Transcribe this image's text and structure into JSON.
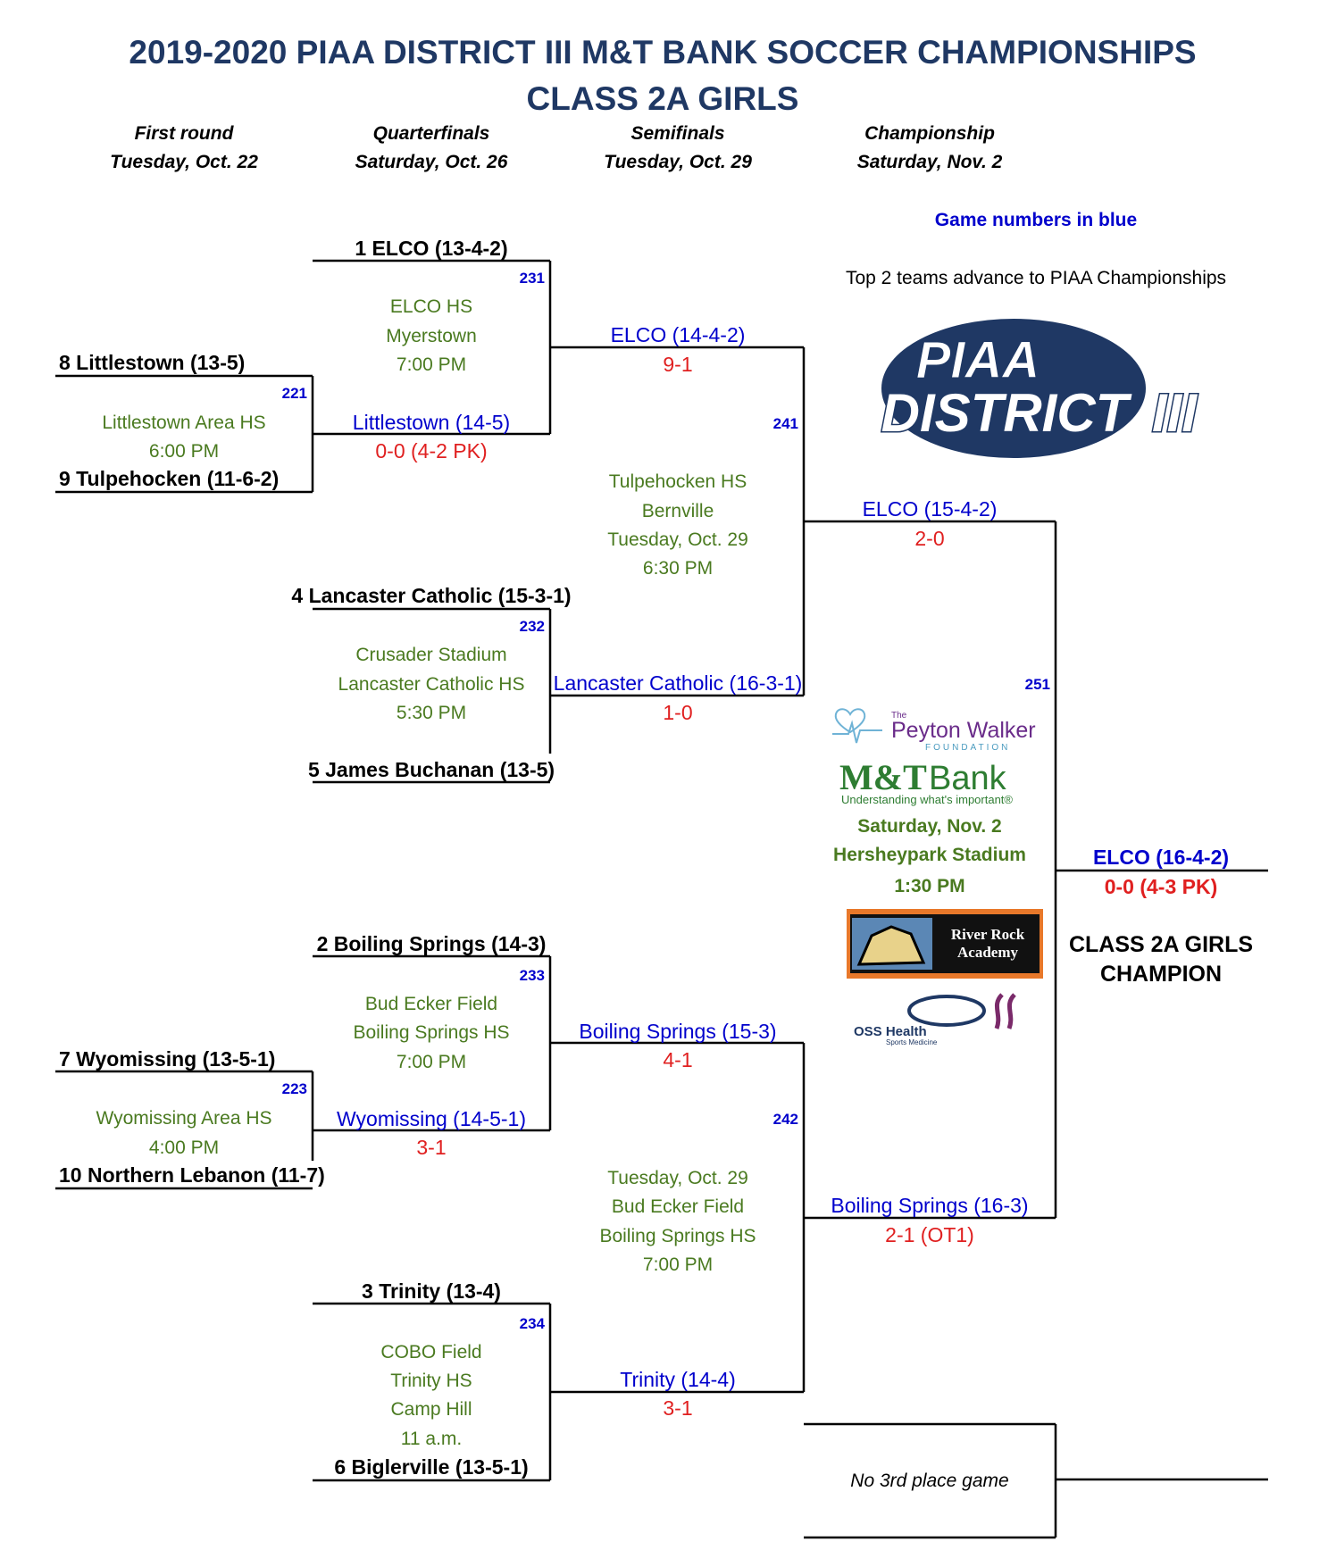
{
  "title": {
    "line1": "2019-2020 PIAA DISTRICT III M&T BANK SOCCER CHAMPIONSHIPS",
    "line2": "CLASS 2A GIRLS"
  },
  "rounds": [
    {
      "name": "First round",
      "date": "Tuesday, Oct. 22"
    },
    {
      "name": "Quarterfinals",
      "date": "Saturday, Oct. 26"
    },
    {
      "name": "Semifinals",
      "date": "Tuesday, Oct. 29"
    },
    {
      "name": "Championship",
      "date": "Saturday, Nov. 2"
    }
  ],
  "notes": {
    "game_numbers": "Game numbers in blue",
    "top2": "Top 2 teams advance to PIAA Championships",
    "third_place": "No 3rd place game"
  },
  "first_round": [
    {
      "game": "221",
      "team1": "8 Littlestown (13-5)",
      "team2": "9 Tulpehocken (11-6-2)",
      "venue": [
        "Littlestown Area HS",
        "6:00 PM"
      ],
      "winner": "Littlestown (14-5)",
      "score": "0-0 (4-2 PK)"
    },
    {
      "game": "223",
      "team1": "7 Wyomissing (13-5-1)",
      "team2": "10 Northern Lebanon (11-7)",
      "venue": [
        "Wyomissing Area HS",
        "4:00 PM"
      ],
      "winner": "Wyomissing (14-5-1)",
      "score": "3-1"
    }
  ],
  "quarterfinals": [
    {
      "game": "231",
      "top": "1 ELCO (13-4-2)",
      "venue": [
        "ELCO HS",
        "Myerstown",
        "7:00 PM"
      ],
      "winner": "ELCO (14-4-2)",
      "score": "9-1"
    },
    {
      "game": "232",
      "top": "4 Lancaster Catholic (15-3-1)",
      "bottom": "5 James Buchanan (13-5)",
      "venue": [
        "Crusader Stadium",
        "Lancaster Catholic HS",
        "5:30 PM"
      ],
      "winner": "Lancaster Catholic (16-3-1)",
      "score": "1-0"
    },
    {
      "game": "233",
      "top": "2 Boiling Springs (14-3)",
      "venue": [
        "Bud Ecker Field",
        "Boiling Springs HS",
        "7:00 PM"
      ],
      "winner": "Boiling Springs (15-3)",
      "score": "4-1"
    },
    {
      "game": "234",
      "top": "3 Trinity (13-4)",
      "bottom": "6 Biglerville (13-5-1)",
      "venue": [
        "COBO Field",
        "Trinity HS",
        "Camp Hill",
        "11 a.m."
      ],
      "winner": "Trinity (14-4)",
      "score": "3-1"
    }
  ],
  "semifinals": [
    {
      "game": "241",
      "venue": [
        "Tulpehocken HS",
        "Bernville",
        "Tuesday, Oct. 29",
        "6:30 PM"
      ],
      "winner": "ELCO (15-4-2)",
      "score": "2-0"
    },
    {
      "game": "242",
      "venue": [
        "Tuesday, Oct. 29",
        "Bud Ecker Field",
        "Boiling Springs HS",
        "7:00 PM"
      ],
      "winner": "Boiling Springs (16-3)",
      "score": "2-1 (OT1)"
    }
  ],
  "final": {
    "game": "251",
    "venue": [
      "Saturday, Nov. 2",
      "Hersheypark Stadium",
      "1:30 PM"
    ],
    "winner": "ELCO (16-4-2)",
    "score": "0-0 (4-3 PK)",
    "champion_label": [
      "CLASS 2A GIRLS",
      "CHAMPION"
    ]
  },
  "logos": {
    "piaa": [
      "PIAA",
      "DISTRICT",
      "III"
    ],
    "peyton": [
      "The",
      "Peyton Walker",
      "FOUNDATION"
    ],
    "mt": [
      "M&T",
      "Bank",
      "Understanding what's important®"
    ],
    "river_rock": [
      "River Rock",
      "Academy"
    ],
    "oss": [
      "OSS Health",
      "Sports Medicine"
    ]
  },
  "colors": {
    "title": "#1f3864",
    "advance": "#0000cc",
    "score": "#e02020",
    "venue": "#4a7a20"
  }
}
